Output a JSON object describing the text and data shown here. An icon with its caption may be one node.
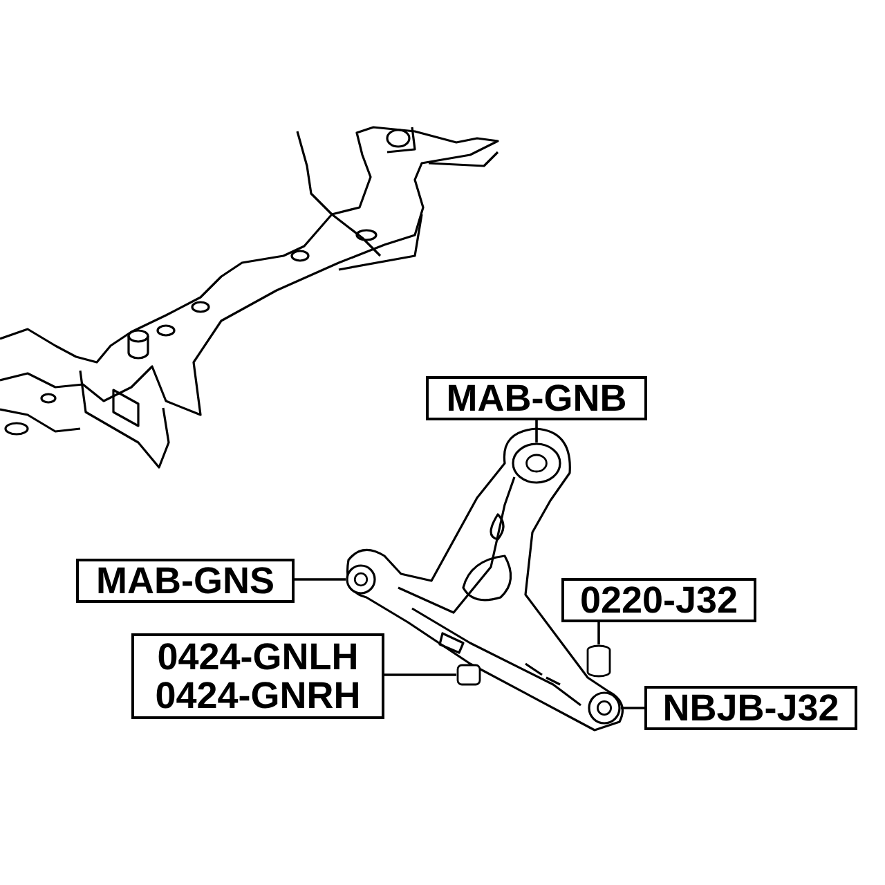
{
  "diagram": {
    "nodes": [
      {
        "text": [
          "MAB-GNB"
        ]
      },
      {
        "text": [
          "MAB-GNS"
        ]
      },
      {
        "text": [
          "0220-J32"
        ]
      },
      {
        "text": [
          "0424-GNLH",
          "0424-GNRH"
        ]
      },
      {
        "text": [
          "NBJB-J32"
        ]
      },
      {
        "text": [],
        "shape": "circle"
      },
      {
        "text": [],
        "shape": "circle"
      },
      {
        "text": [],
        "shape": "bar"
      },
      {
        "text": [],
        "shape": "cylinder"
      },
      {
        "text": [],
        "shape": "circle"
      }
    ],
    "edges": [
      {
        "from": 0,
        "to": 5,
        "arrow": "none"
      },
      {
        "from": 1,
        "to": 6,
        "arrow": "none"
      },
      {
        "from": 2,
        "to": 8,
        "arrow": "none"
      },
      {
        "from": 3,
        "to": 7,
        "arrow": "none"
      },
      {
        "from": 4,
        "to": 9,
        "arrow": "none"
      }
    ]
  }
}
